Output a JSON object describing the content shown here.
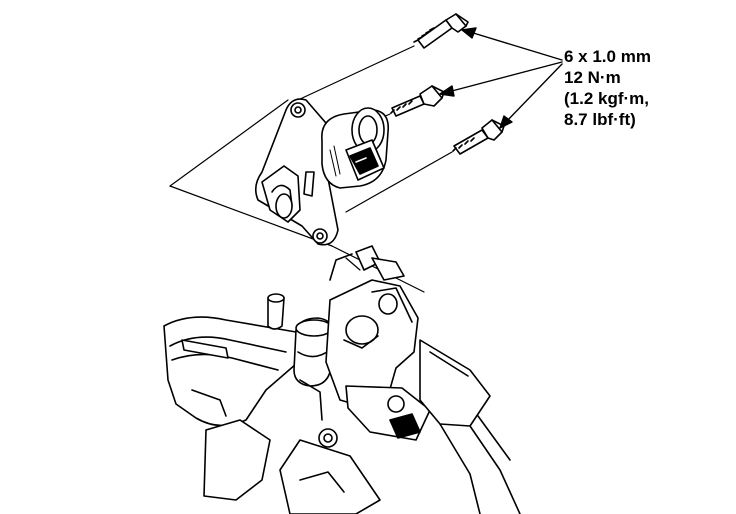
{
  "callout": {
    "line1": "6 x 1.0 mm",
    "line2": "12 N·m",
    "line3": "(1.2 kgf·m,",
    "line4": "8.7 lbf·ft)"
  },
  "colors": {
    "ink": "#000000",
    "paper": "#ffffff"
  }
}
